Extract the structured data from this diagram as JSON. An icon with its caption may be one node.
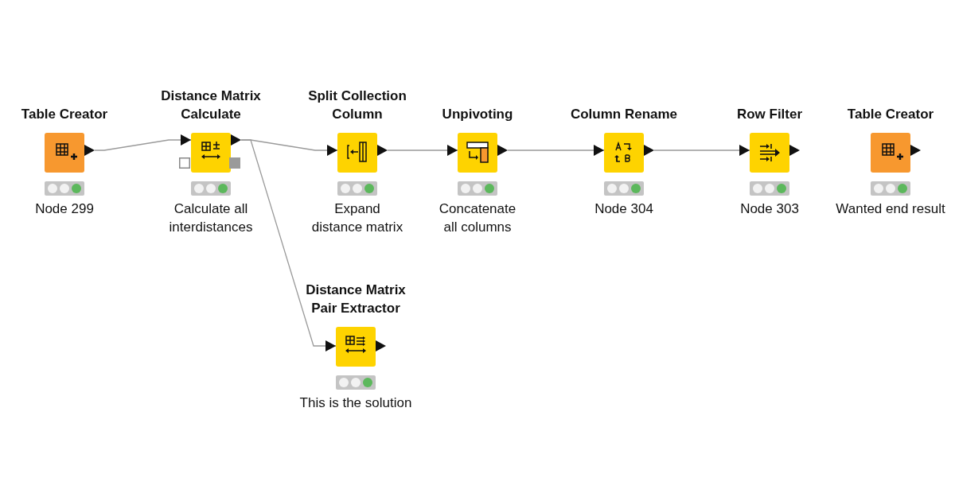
{
  "diagram": {
    "nodes": [
      {
        "text": [
          "Table Creator"
        ],
        "beside": [
          "Node 299"
        ]
      },
      {
        "text": [
          "Distance Matrix Calculate"
        ],
        "beside": [
          "Calculate all interdistances"
        ]
      },
      {
        "text": [
          "Split Collection Column"
        ],
        "beside": [
          "Expand distance matrix"
        ]
      },
      {
        "text": [
          "Unpivoting"
        ],
        "beside": [
          "Concatenate all columns"
        ]
      },
      {
        "text": [
          "Column Rename"
        ],
        "beside": [
          "Node 304"
        ]
      },
      {
        "text": [
          "Row Filter"
        ],
        "beside": [
          "Node 303"
        ]
      },
      {
        "text": [
          "Table Creator"
        ],
        "beside": [
          "Wanted end result"
        ]
      },
      {
        "text": [
          "Distance Matrix Pair Extractor"
        ],
        "beside": [
          "This is the solution"
        ]
      }
    ],
    "edges": [
      {
        "from": 0,
        "to": 1,
        "arrow": "to"
      },
      {
        "from": 1,
        "to": 2,
        "arrow": "to"
      },
      {
        "from": 1,
        "to": 7,
        "arrow": "to"
      },
      {
        "from": 2,
        "to": 3,
        "arrow": "to"
      },
      {
        "from": 3,
        "to": 4,
        "arrow": "to"
      },
      {
        "from": 4,
        "to": 5,
        "arrow": "to"
      }
    ]
  }
}
